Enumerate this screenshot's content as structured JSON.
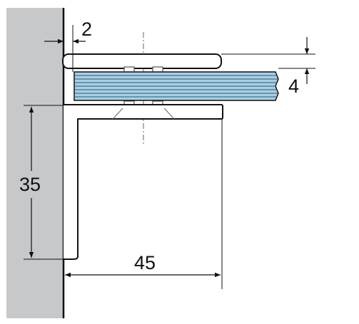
{
  "dimensions": {
    "gap": "2",
    "thickness": "4",
    "height": "35",
    "depth": "45"
  },
  "colors": {
    "wall": "#c6c8ca",
    "glass": "#a9cfe3",
    "glass_line": "#2c5a78",
    "stroke": "#111111",
    "background": "#ffffff"
  }
}
